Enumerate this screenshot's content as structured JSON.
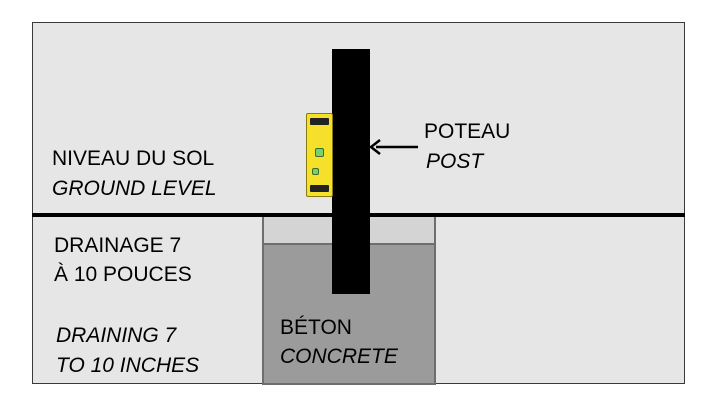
{
  "labels": {
    "ground_fr": "NIVEAU DU SOL",
    "ground_en": "GROUND LEVEL",
    "post_fr": "POTEAU",
    "post_en": "POST",
    "drainage_fr_line1": "DRAINAGE 7",
    "drainage_fr_line2": "À 10 POUCES",
    "drainage_en_line1": "DRAINING 7",
    "drainage_en_line2": "TO 10 INCHES",
    "concrete_fr": "BÉTON",
    "concrete_en": "CONCRETE"
  },
  "colors": {
    "background": "#e6e6e6",
    "ground_line": "#000000",
    "gravel": "#d4d4d4",
    "concrete": "#9b9b9b",
    "post": "#000000",
    "level": "#f5e02a"
  },
  "icons": {
    "level_tool": "spirit-level-icon",
    "arrow": "arrow-left-icon"
  }
}
